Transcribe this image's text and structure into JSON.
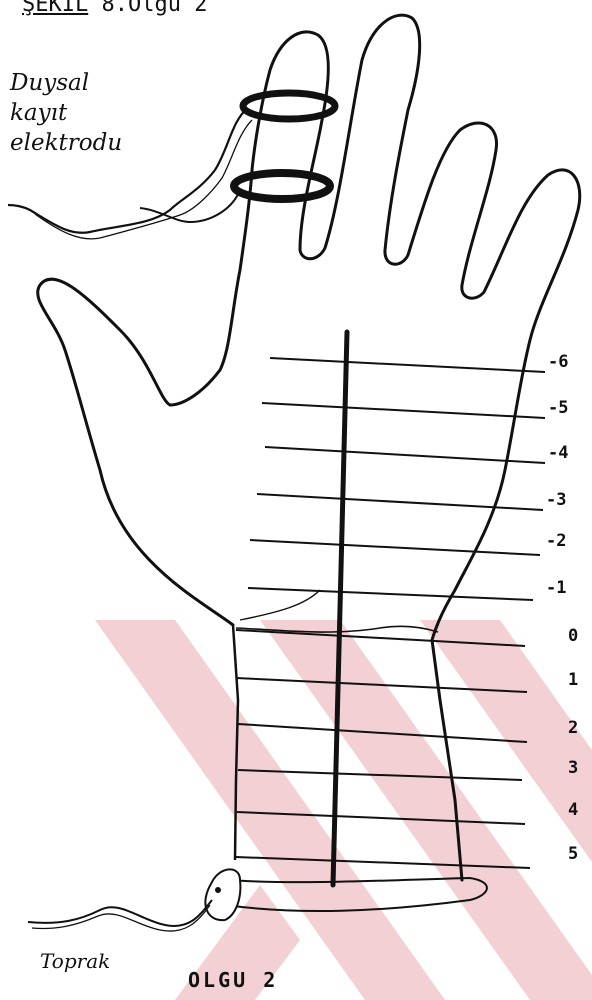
{
  "figure": {
    "title_prefix": "ŞEKİL",
    "title_suffix": "8.Olgu 2",
    "caption": "OLGU 2"
  },
  "labels": {
    "sensory_electrode_line1": "Duysal",
    "sensory_electrode_line2": "kayıt",
    "sensory_electrode_line3": "elektrodu",
    "ground": "Toprak"
  },
  "scale": {
    "ticks": [
      "-6",
      "-5",
      "-4",
      "-3",
      "-2",
      "-1",
      "0",
      "1",
      "2",
      "3",
      "4",
      "5"
    ]
  },
  "watermark": {
    "color": "#f2d0d3"
  }
}
